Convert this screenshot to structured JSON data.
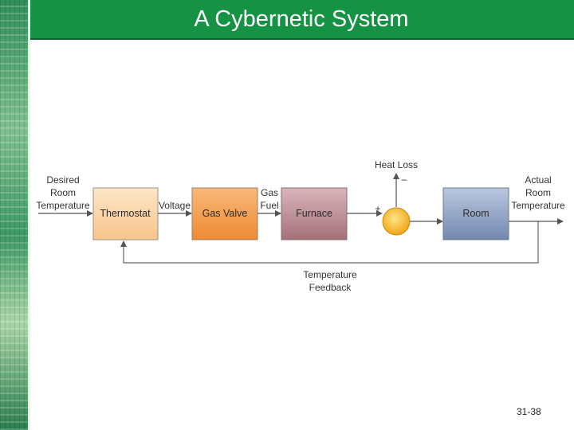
{
  "slide": {
    "title": "A Cybernetic System",
    "slide_number": "31-38"
  },
  "diagram": {
    "blocks": {
      "thermostat": "Thermostat",
      "gas_valve": "Gas Valve",
      "furnace": "Furnace",
      "room": "Room"
    },
    "labels": {
      "desired_room_temperature": [
        "Desired",
        "Room",
        "Temperature"
      ],
      "voltage": "Voltage",
      "gas_fuel": [
        "Gas",
        "Fuel"
      ],
      "heat_loss": "Heat Loss",
      "actual_room_temperature": [
        "Actual",
        "Room",
        "Temperature"
      ],
      "temperature_feedback": [
        "Temperature",
        "Feedback"
      ],
      "plus_sign": "+",
      "minus_sign": "–"
    },
    "colors": {
      "thermostat": "#fbd3a3",
      "gas_valve": "#f39a4c",
      "furnace": "#b9858f",
      "room": "#8ea2c4",
      "summing_junction": "#f7b628",
      "title_bar": "#159244"
    }
  }
}
